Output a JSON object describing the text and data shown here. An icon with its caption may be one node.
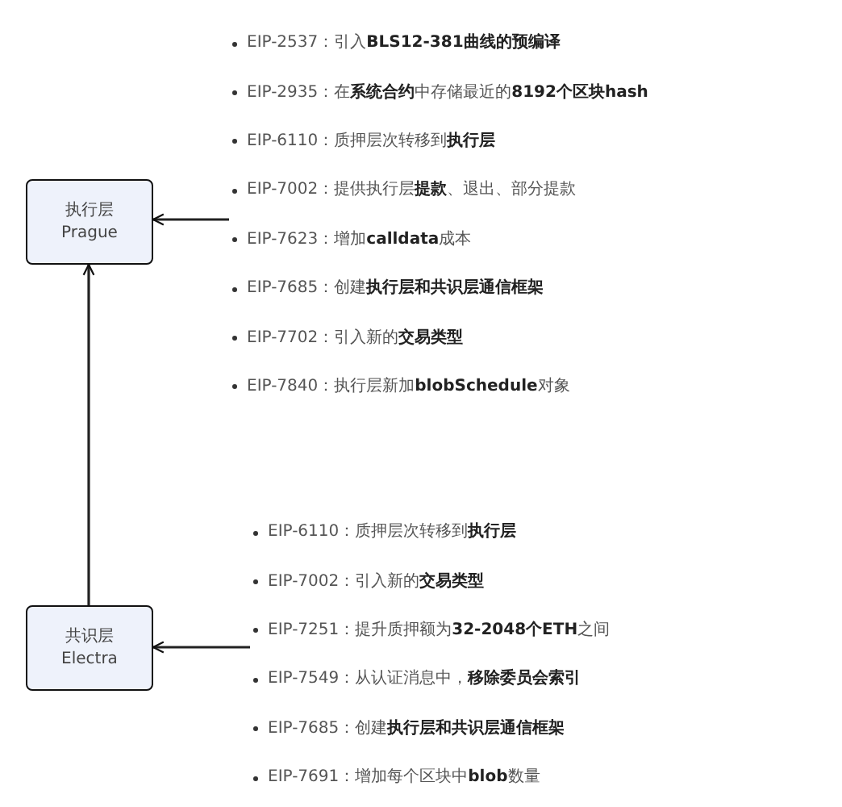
{
  "diagram": {
    "nodes": [
      {
        "text": [
          "执行层 Prague"
        ]
      },
      {
        "text": [
          "共识层 Electra"
        ]
      },
      {
        "text": [
          "EIP-2537：引入**BLS12-381曲线的预编译**",
          "EIP-2935：在**系统合约**中存储最近的**8192个区块hash**",
          "EIP-6110：质押层次转移到**执行层**",
          "EIP-7002：提供执行层**提款**、退出、部分提款",
          "EIP-7623：增加**calldata**成本",
          "EIP-7685：创建**执行层和共识层通信框架**",
          "EIP-7702：引入新的**交易类型**",
          "EIP-7840：执行层新加**blobSchedule**对象"
        ]
      },
      {
        "text": [
          "EIP-6110：质押层次转移到**执行层**",
          "EIP-7002：引入新的**交易类型**",
          "EIP-7251：提升质押额为**32-2048个ETH**之间",
          "EIP-7549：从认证消息中，**移除委员会索引**",
          "EIP-7685：创建**执行层和共识层通信框架**",
          "EIP-7691：增加每个区块中**blob**数量"
        ]
      }
    ],
    "edges": [
      {
        "from": 2,
        "to": 0,
        "arrow": "to"
      },
      {
        "from": 3,
        "to": 1,
        "arrow": "to"
      },
      {
        "from": 1,
        "to": 0,
        "arrow": "to"
      }
    ]
  }
}
